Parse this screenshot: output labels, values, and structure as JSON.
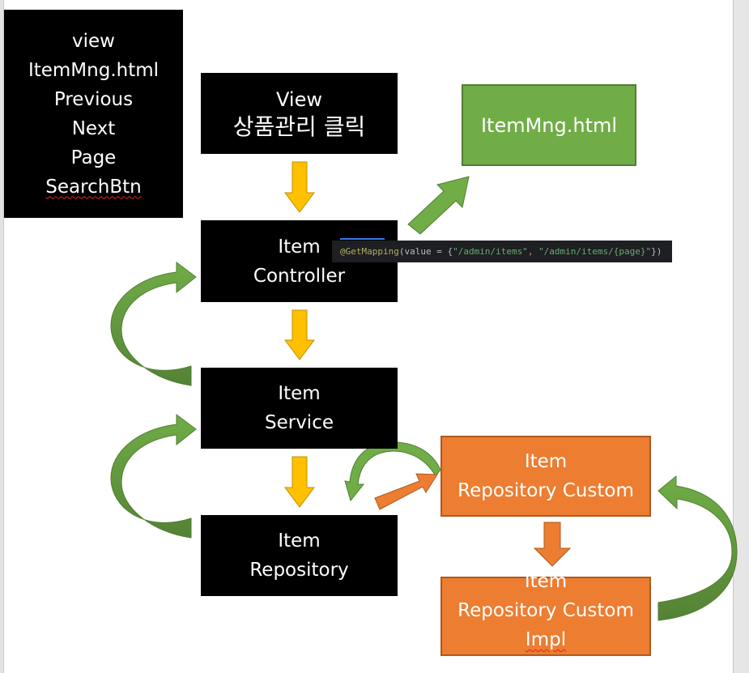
{
  "diagram": {
    "legend": {
      "lines": [
        "view",
        "ItemMng.html",
        "Previous",
        "Next",
        "Page",
        "SearchBtn"
      ]
    },
    "nodes": {
      "view": {
        "line1": "View",
        "line2": "상품관리 클릭"
      },
      "item_mng": {
        "label": "ItemMng.html"
      },
      "controller": {
        "line1": "Item",
        "line2": "Controller"
      },
      "service": {
        "line1": "Item",
        "line2": "Service"
      },
      "repository": {
        "line1": "Item",
        "line2": "Repository"
      },
      "repository_custom": {
        "line1": "Item",
        "line2": "Repository Custom"
      },
      "repository_custom_impl": {
        "line1": "Item",
        "line2": "Repository Custom",
        "line3": "Impl"
      }
    },
    "code_tooltip": {
      "annotation": "@GetMapping",
      "open": "(value = {",
      "path1": "\"/admin/items\"",
      "comma": ", ",
      "path2": "\"/admin/items/{page}\"",
      "close": "})"
    },
    "edges": [
      {
        "from": "view",
        "to": "controller",
        "style": "yellow-down-arrow"
      },
      {
        "from": "controller",
        "to": "item_mng",
        "style": "green-diagonal-arrow"
      },
      {
        "from": "controller",
        "to": "service",
        "style": "yellow-down-arrow"
      },
      {
        "from": "service",
        "to": "controller",
        "style": "green-curved-return-arrow"
      },
      {
        "from": "service",
        "to": "repository",
        "style": "yellow-down-arrow"
      },
      {
        "from": "repository",
        "to": "service",
        "style": "green-curved-return-arrow"
      },
      {
        "from": "repository",
        "to": "repository_custom",
        "style": "orange-diagonal-arrow"
      },
      {
        "from": "repository_custom",
        "to": "repository",
        "style": "green-curved-return-arrow"
      },
      {
        "from": "repository_custom",
        "to": "repository_custom_impl",
        "style": "orange-down-arrow"
      },
      {
        "from": "repository_custom_impl",
        "to": "repository_custom",
        "style": "green-curved-return-arrow"
      }
    ],
    "colors": {
      "node_black": "#000000",
      "node_green": "#70ad47",
      "node_orange": "#ed7d31",
      "arrow_yellow": "#ffc000",
      "arrow_green": "#70ad47",
      "arrow_orange": "#ed7d31"
    }
  }
}
